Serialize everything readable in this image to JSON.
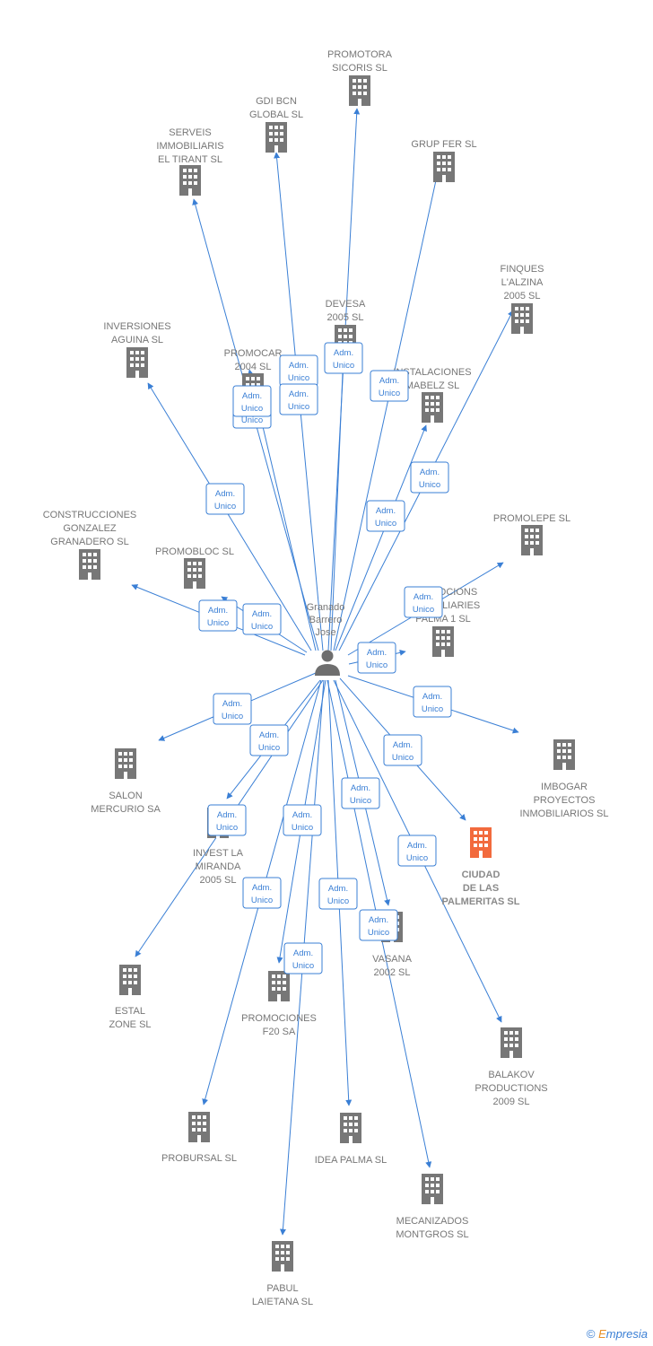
{
  "center": {
    "name_lines": [
      "Granado",
      "Barrero",
      "Jose"
    ],
    "icon": "person-icon"
  },
  "relation_lines": [
    "Adm.",
    "Unico"
  ],
  "colors": {
    "edge": "#3a7fd5",
    "building": "#777777",
    "building_highlight": "#f26a3d",
    "label": "#777777"
  },
  "companies": [
    {
      "id": "promotora-sicoris",
      "lines": [
        "PROMOTORA",
        "SICORIS SL"
      ]
    },
    {
      "id": "gdi-bcn-global",
      "lines": [
        "GDI BCN",
        "GLOBAL SL"
      ]
    },
    {
      "id": "serveis-immobiliaris",
      "lines": [
        "SERVEIS",
        "IMMOBILIARIS",
        "EL TIRANT SL"
      ]
    },
    {
      "id": "grup-fer",
      "lines": [
        "GRUP FER SL"
      ]
    },
    {
      "id": "finques-lalzina",
      "lines": [
        "FINQUES",
        "L'ALZINA",
        "2005 SL"
      ]
    },
    {
      "id": "devesa-2005",
      "lines": [
        "DEVESA",
        "2005 SL"
      ]
    },
    {
      "id": "inversiones-aguina",
      "lines": [
        "INVERSIONES",
        "AGUINA SL"
      ]
    },
    {
      "id": "promocar-2004",
      "lines": [
        "PROMOCAR",
        "2004 SL"
      ]
    },
    {
      "id": "instalaciones-mabelz",
      "lines": [
        "INSTALACIONES",
        "MABELZ SL"
      ]
    },
    {
      "id": "construcciones-gonzalez",
      "lines": [
        "CONSTRUCCIONES",
        "GONZALEZ",
        "GRANADERO SL"
      ]
    },
    {
      "id": "promobloc",
      "lines": [
        "PROMOBLOC SL"
      ]
    },
    {
      "id": "promolepe",
      "lines": [
        "PROMOLEPE SL"
      ]
    },
    {
      "id": "promocions-immobiliaries",
      "lines": [
        "PROMOCIONS",
        "IMMOBILIARIES",
        "PALMA 1 SL"
      ]
    },
    {
      "id": "imbogar-proyectos",
      "lines": [
        "IMBOGAR",
        "PROYECTOS",
        "INMOBILIARIOS SL"
      ]
    },
    {
      "id": "salon-mercurio",
      "lines": [
        "SALON",
        "MERCURIO SA"
      ]
    },
    {
      "id": "invest-la-miranda",
      "lines": [
        "INVEST LA",
        "MIRANDA",
        "2005 SL"
      ]
    },
    {
      "id": "ciudad-palmeritas",
      "lines": [
        "CIUDAD",
        "DE LAS",
        "PALMERITAS SL"
      ],
      "highlight": true
    },
    {
      "id": "vasana-2002",
      "lines": [
        "VASANA",
        "2002 SL"
      ]
    },
    {
      "id": "estal-zone",
      "lines": [
        "ESTAL",
        "ZONE SL"
      ]
    },
    {
      "id": "promociones-f20",
      "lines": [
        "PROMOCIONES",
        "F20 SA"
      ]
    },
    {
      "id": "balakov-productions",
      "lines": [
        "BALAKOV",
        "PRODUCTIONS",
        "2009 SL"
      ]
    },
    {
      "id": "probursal",
      "lines": [
        "PROBURSAL SL"
      ]
    },
    {
      "id": "idea-palma",
      "lines": [
        "IDEA PALMA SL"
      ]
    },
    {
      "id": "mecanizados-montgros",
      "lines": [
        "MECANIZADOS",
        "MONTGROS SL"
      ]
    },
    {
      "id": "pabul-laietana",
      "lines": [
        "PABUL",
        "LAIETANA SL"
      ]
    }
  ],
  "footer": {
    "copyright_symbol": "©",
    "brand": "Empresia"
  }
}
